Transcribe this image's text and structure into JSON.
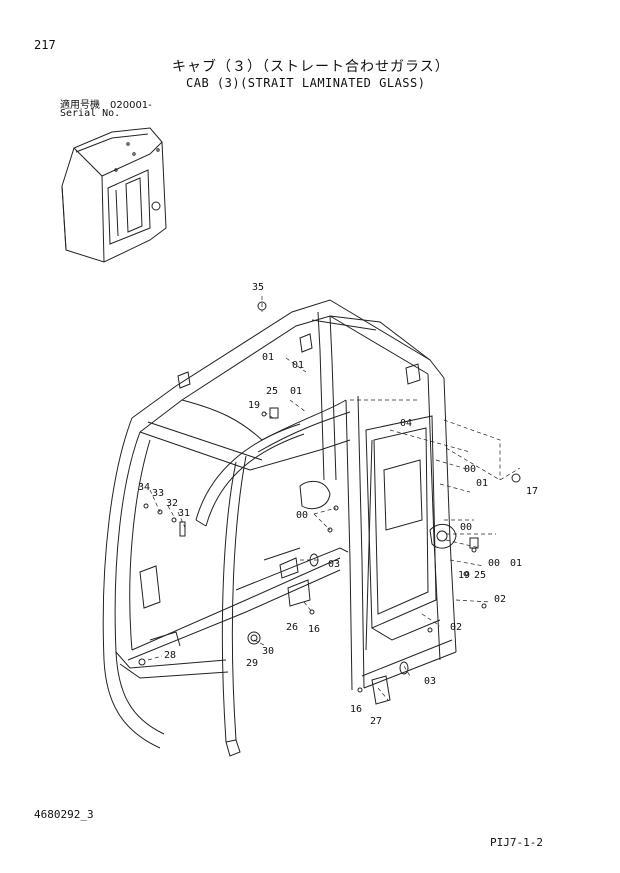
{
  "header": {
    "page_number": "217",
    "title_jp": "キャブ（３）（ストレート合わせガラス）",
    "title_en": "CAB (3)(STRAIT LAMINATED GLASS)",
    "serial_label_jp": "適用号機　020001-",
    "serial_label_en": "Serial No."
  },
  "footer": {
    "document_number": "4680292_3",
    "page_code": "PIJ7-1-2"
  },
  "callouts": [
    {
      "id": "c35",
      "text": "35"
    },
    {
      "id": "c01a",
      "text": "01"
    },
    {
      "id": "c01b",
      "text": "01"
    },
    {
      "id": "c25a",
      "text": "25"
    },
    {
      "id": "c01c",
      "text": "01"
    },
    {
      "id": "c19a",
      "text": "19"
    },
    {
      "id": "c04",
      "text": "04"
    },
    {
      "id": "c00a",
      "text": "00"
    },
    {
      "id": "c01d",
      "text": "01"
    },
    {
      "id": "c17",
      "text": "17"
    },
    {
      "id": "c34",
      "text": "34"
    },
    {
      "id": "c33",
      "text": "33"
    },
    {
      "id": "c32",
      "text": "32"
    },
    {
      "id": "c31",
      "text": "31"
    },
    {
      "id": "c00b",
      "text": "00"
    },
    {
      "id": "c00c",
      "text": "00"
    },
    {
      "id": "c03a",
      "text": "03"
    },
    {
      "id": "c19b",
      "text": "19"
    },
    {
      "id": "c25b",
      "text": "25"
    },
    {
      "id": "c00d",
      "text": "00"
    },
    {
      "id": "c01e",
      "text": "01"
    },
    {
      "id": "c02a",
      "text": "02"
    },
    {
      "id": "c02b",
      "text": "02"
    },
    {
      "id": "c26",
      "text": "26"
    },
    {
      "id": "c16a",
      "text": "16"
    },
    {
      "id": "c28",
      "text": "28"
    },
    {
      "id": "c30",
      "text": "30"
    },
    {
      "id": "c29",
      "text": "29"
    },
    {
      "id": "c03b",
      "text": "03"
    },
    {
      "id": "c16b",
      "text": "16"
    },
    {
      "id": "c27",
      "text": "27"
    }
  ]
}
